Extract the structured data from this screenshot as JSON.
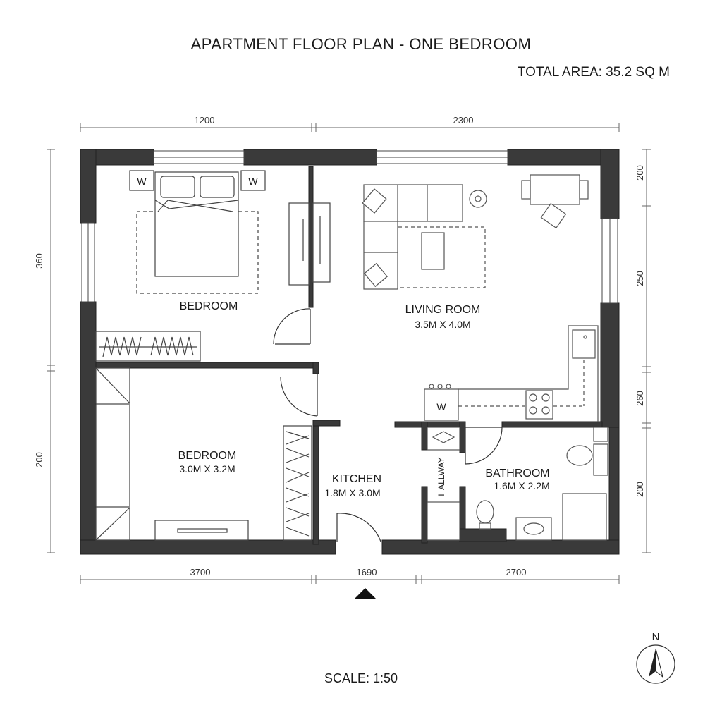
{
  "title": "APARTMENT FLOOR PLAN - ONE BEDROOM",
  "total_area": "TOTAL AREA: 35.2 SQ M",
  "scale": "SCALE: 1:50",
  "north": "N",
  "dims": {
    "top_left": "1200",
    "top_right": "2300",
    "bottom_left": "3700",
    "bottom_mid": "1690",
    "bottom_right": "2700",
    "left_top": "360",
    "left_bottom": "200",
    "right_1": "200",
    "right_2": "250",
    "right_3": "260",
    "right_4": "200"
  },
  "rooms": {
    "bedroom1": {
      "name": "BEDROOM"
    },
    "bedroom2": {
      "name": "BEDROOM",
      "size": "3.0M X 3.2M"
    },
    "living": {
      "name": "LIVING ROOM",
      "size": "3.5M X 4.0M"
    },
    "kitchen": {
      "name": "KITCHEN",
      "size": "1.8M X 3.0M"
    },
    "bathroom": {
      "name": "BATHROOM",
      "size": "1.6M X 2.2M"
    },
    "hallway": {
      "name": "HALLWAY"
    }
  },
  "symbols": {
    "washer": "W"
  }
}
